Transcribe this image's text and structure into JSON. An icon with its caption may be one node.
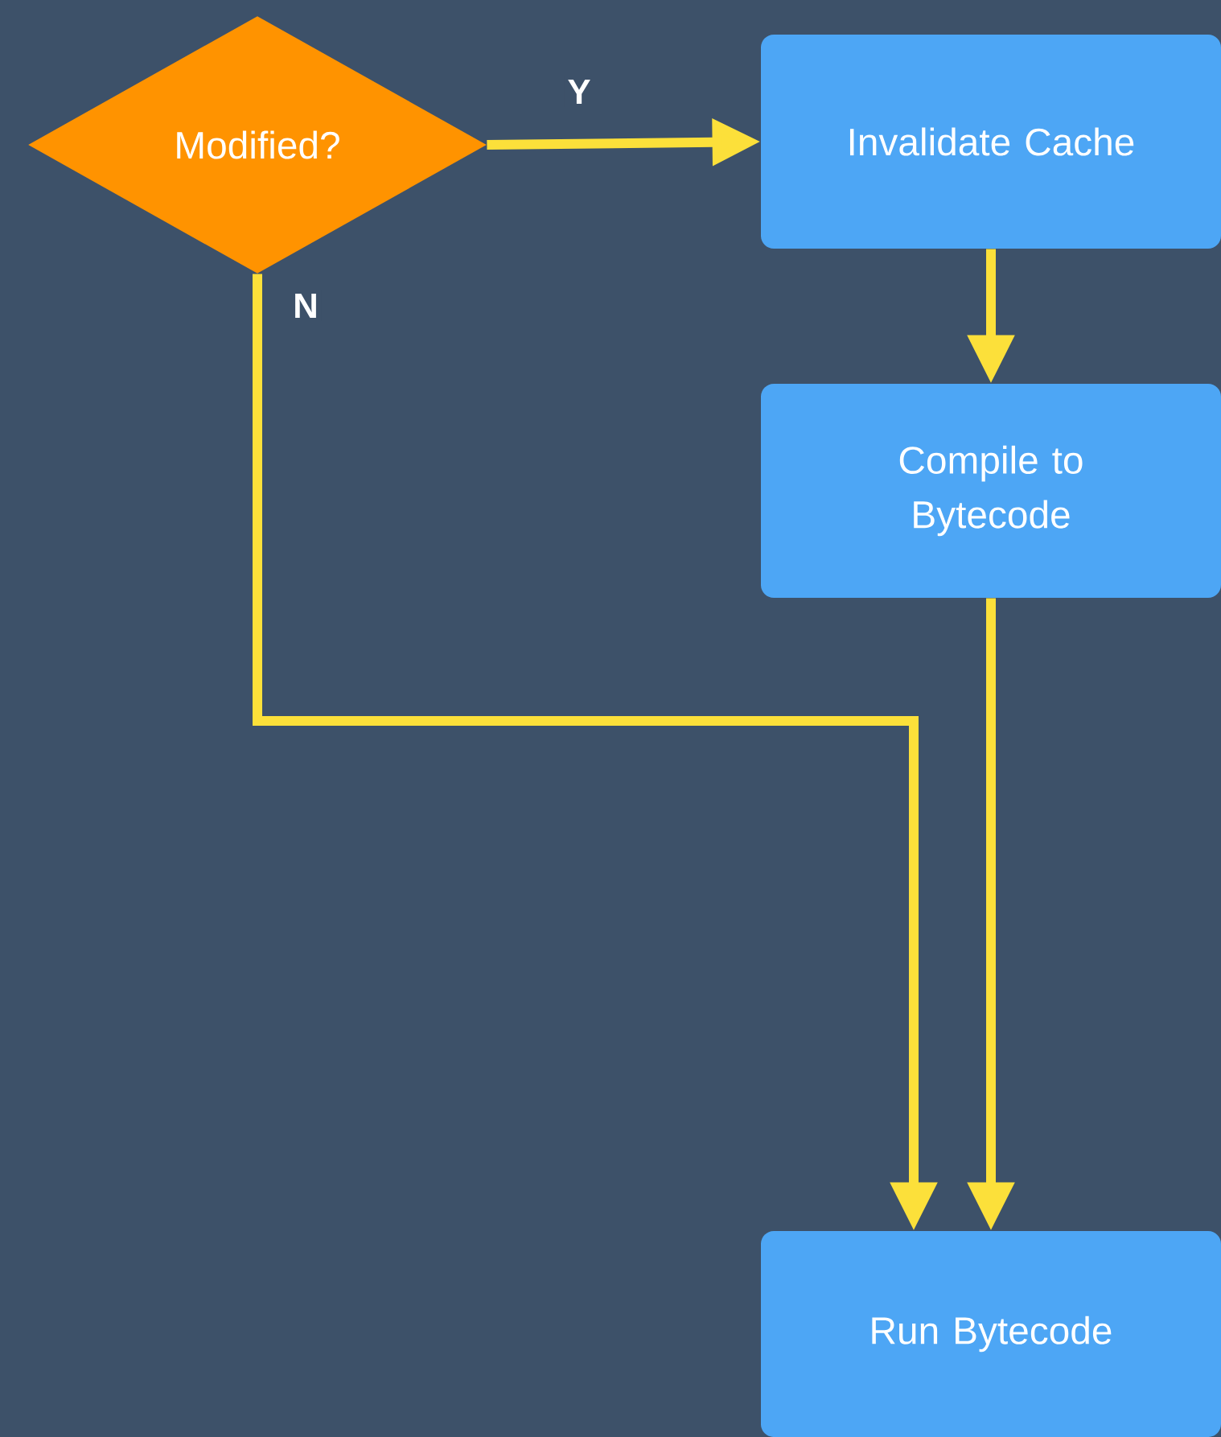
{
  "diagram": {
    "nodes": [
      {
        "text": [
          "Modified?"
        ]
      },
      {
        "text": [
          "Invalidate Cache"
        ]
      },
      {
        "text": [
          "Compile to Bytecode"
        ]
      },
      {
        "text": [
          "Run Bytecode"
        ]
      }
    ],
    "edges": [
      {
        "from": 0,
        "to": 1,
        "arrow": "to",
        "label": "Y"
      },
      {
        "from": 1,
        "to": 2,
        "arrow": "to"
      },
      {
        "from": 2,
        "to": 3,
        "arrow": "to"
      },
      {
        "from": 0,
        "to": 3,
        "arrow": "to",
        "label": "N"
      }
    ]
  }
}
